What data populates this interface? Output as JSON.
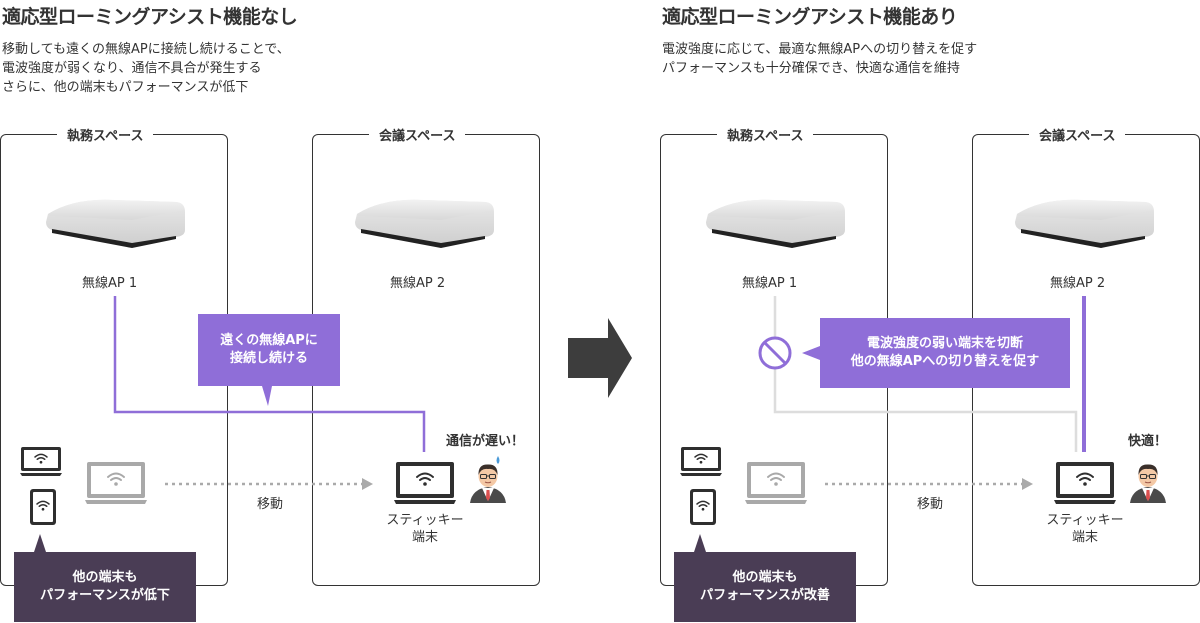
{
  "left": {
    "title": "適応型ローミングアシスト機能なし",
    "desc": [
      "移動しても遠くの無線APに接続し続けることで、",
      "電波強度が弱くなり、通信不具合が発生する",
      "さらに、他の端末もパフォーマンスが低下"
    ],
    "zone_work": "執務スペース",
    "zone_meeting": "会議スペース",
    "ap1": "無線AP 1",
    "ap2": "無線AP 2",
    "bubble": [
      "遠くの無線APに",
      "接続し続ける"
    ],
    "status": "通信が遅い！",
    "move": "移動",
    "terminal": [
      "スティッキー",
      "端末"
    ],
    "others": [
      "他の端末も",
      "パフォーマンスが低下"
    ]
  },
  "right": {
    "title": "適応型ローミングアシスト機能あり",
    "desc": [
      "電波強度に応じて、最適な無線APへの切り替えを促す",
      "パフォーマンスも十分確保でき、快適な通信を維持"
    ],
    "zone_work": "執務スペース",
    "zone_meeting": "会議スペース",
    "ap1": "無線AP 1",
    "ap2": "無線AP 2",
    "bubble": [
      "電波強度の弱い端末を切断",
      "他の無線APへの切り替えを促す"
    ],
    "status": "快適！",
    "move": "移動",
    "terminal": [
      "スティッキー",
      "端末"
    ],
    "others": [
      "他の端末も",
      "パフォーマンスが改善"
    ]
  },
  "colors": {
    "accent": "#8f6ed8",
    "dark": "#4a3d55",
    "arrow": "#3d3d3d",
    "line_inactive": "#dddddd"
  },
  "icons": [
    "access-point-icon",
    "laptop-wifi-icon",
    "tablet-wifi-icon",
    "businessman-icon",
    "prohibited-icon",
    "transition-arrow-icon"
  ]
}
